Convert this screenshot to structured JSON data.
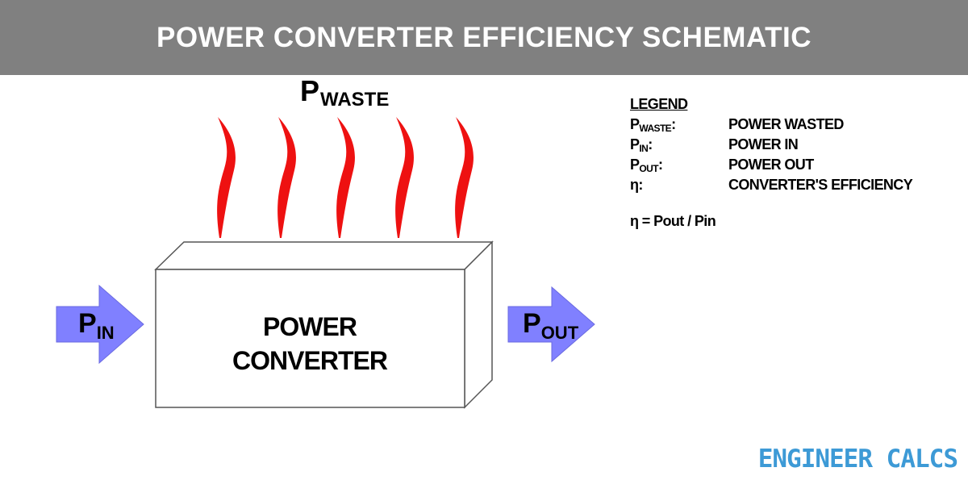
{
  "title": "POWER CONVERTER EFFICIENCY SCHEMATIC",
  "diagram": {
    "waste_label": {
      "main": "P",
      "sub": "WASTE"
    },
    "box_label_line1": "POWER",
    "box_label_line2": "CONVERTER",
    "input_arrow": {
      "main": "P",
      "sub": "IN"
    },
    "output_arrow": {
      "main": "P",
      "sub": "OUT"
    }
  },
  "legend": {
    "title": "LEGEND",
    "rows": [
      {
        "sym": "P",
        "sub": "WASTE",
        "suffix": ":",
        "desc": "POWER WASTED"
      },
      {
        "sym": "P",
        "sub": "IN",
        "suffix": ":",
        "desc": "POWER IN"
      },
      {
        "sym": "P",
        "sub": "OUT",
        "suffix": ":",
        "desc": "POWER OUT"
      },
      {
        "sym": "η:",
        "sub": "",
        "suffix": "",
        "desc": "CONVERTER'S EFFICIENCY"
      }
    ],
    "formula": "η = Pout / Pin"
  },
  "brand": "ENGINEER CALCS",
  "colors": {
    "header_bg": "#808080",
    "heat_wave": "#ee1111",
    "arrow_fill": "#8080ff",
    "brand": "#3d9ad6"
  }
}
